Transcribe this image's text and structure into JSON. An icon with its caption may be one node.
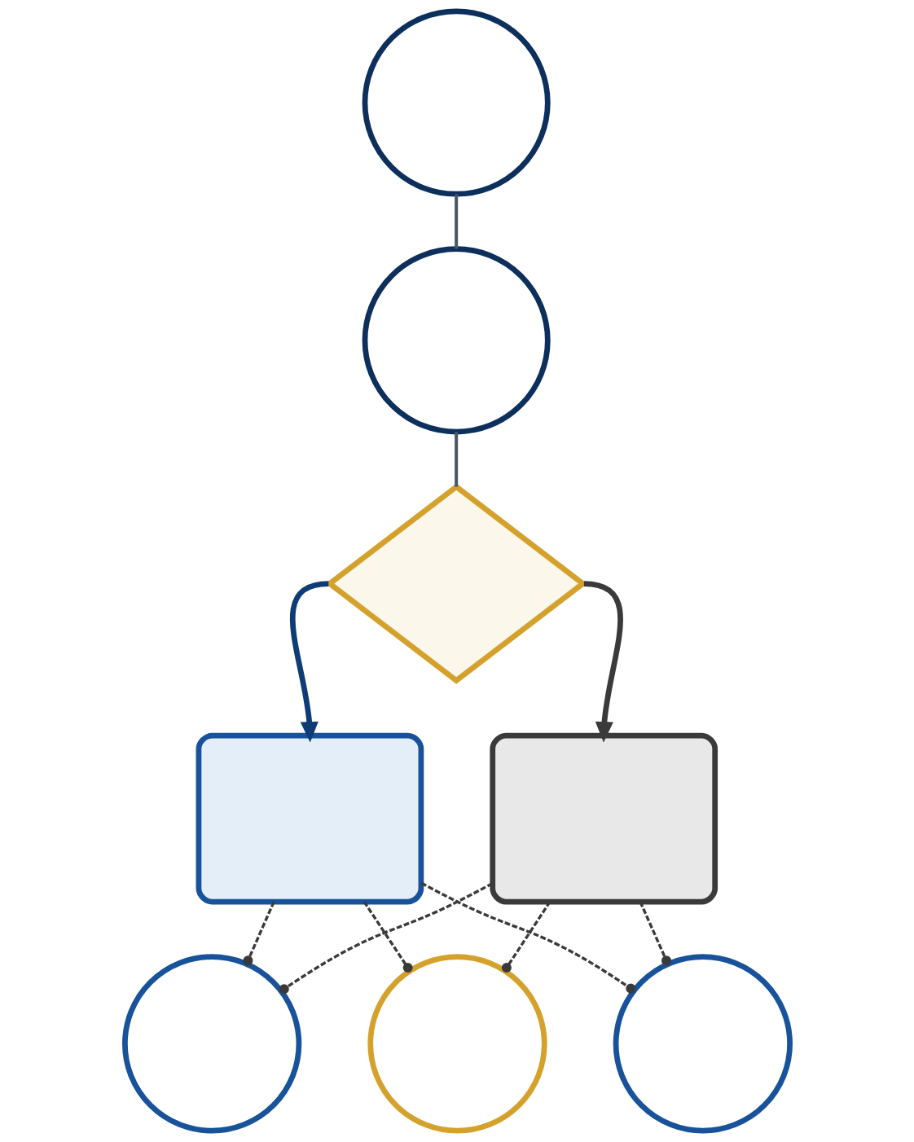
{
  "diagram": {
    "nodes": [
      {
        "text": [],
        "shape": "circle"
      },
      {
        "text": [],
        "shape": "circle"
      },
      {
        "text": [],
        "shape": "diamond"
      },
      {
        "text": [],
        "shape": "box"
      },
      {
        "text": [],
        "shape": "box"
      },
      {
        "text": [],
        "shape": "circle"
      },
      {
        "text": [],
        "shape": "circle"
      },
      {
        "text": [],
        "shape": "circle"
      }
    ],
    "edges": [
      {
        "from": 0,
        "to": 1,
        "arrow": "none",
        "color": "#4a5866"
      },
      {
        "from": 1,
        "to": 2,
        "arrow": "none",
        "color": "#4a5866"
      },
      {
        "from": 2,
        "to": 3,
        "arrow": "to",
        "style": "thick",
        "color": "#0e3d75"
      },
      {
        "from": 2,
        "to": 4,
        "arrow": "to",
        "style": "thick"
      },
      {
        "from": 3,
        "to": 5,
        "arrow": "other",
        "style": "dashed"
      },
      {
        "from": 3,
        "to": 6,
        "arrow": "other",
        "style": "dashed"
      },
      {
        "from": 3,
        "to": 7,
        "arrow": "other",
        "style": "dashed"
      },
      {
        "from": 4,
        "to": 5,
        "arrow": "other",
        "style": "dashed"
      },
      {
        "from": 4,
        "to": 6,
        "arrow": "other",
        "style": "dashed"
      },
      {
        "from": 4,
        "to": 7,
        "arrow": "other",
        "style": "dashed"
      }
    ]
  }
}
